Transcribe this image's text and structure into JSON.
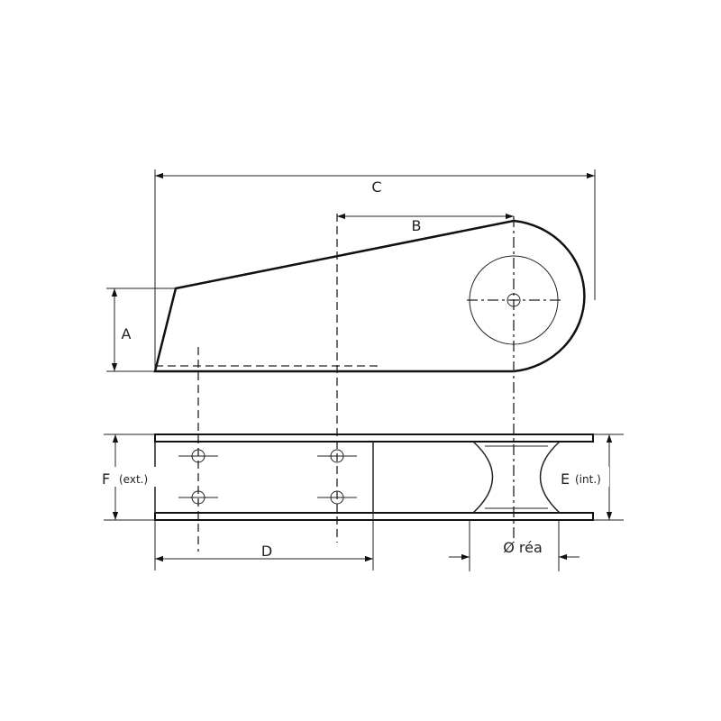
{
  "labels": {
    "A": "A",
    "B": "B",
    "C": "C",
    "D": "D",
    "E": "E",
    "E_note": "(int.)",
    "F": "F",
    "F_note": "(ext.)",
    "sheave": "Ø réa"
  }
}
